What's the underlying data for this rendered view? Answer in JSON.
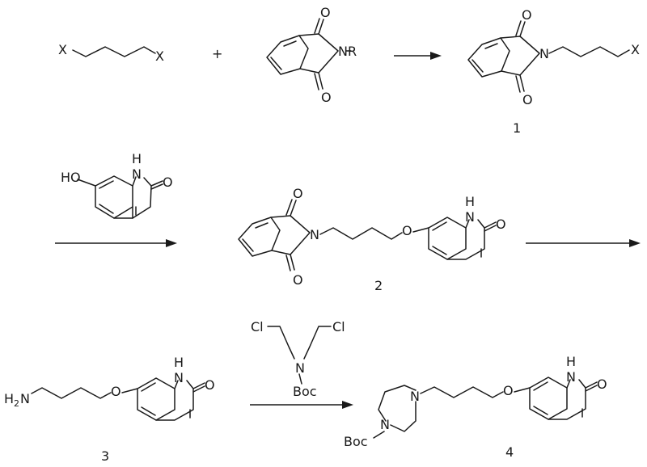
{
  "atoms": {
    "x": "X",
    "o": "O",
    "n": "N",
    "r": "R",
    "h": "H",
    "nh": "N",
    "ho": "HO",
    "cl": "Cl",
    "boc": "Boc",
    "h2n_h": "H",
    "h2n_2": "2",
    "h2n_n": "N"
  },
  "operators": {
    "plus": "+"
  },
  "compounds": {
    "c1": "1",
    "c2": "2",
    "c3": "3",
    "c4": "4"
  },
  "colors": {
    "ink": "#1a1a1a",
    "background": "#ffffff"
  }
}
